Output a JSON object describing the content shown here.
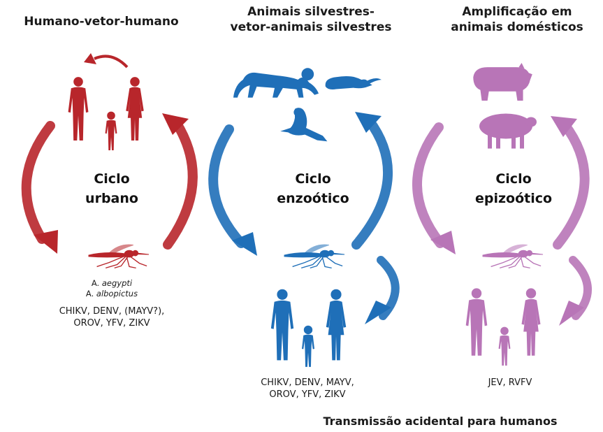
{
  "colors": {
    "urban": "#b8262b",
    "enzootic": "#1f6fb8",
    "epizootic": "#b875b7"
  },
  "columns": {
    "urban": {
      "title": "Humano-vetor-humano",
      "cycle_line1": "Ciclo",
      "cycle_line2": "urbano",
      "species_1_genus": "A.",
      "species_1_name": "aegypti",
      "species_2_genus": "A.",
      "species_2_name": "albopictus",
      "viruses_line1": "CHIKV, DENV, (MAYV?),",
      "viruses_line2": "OROV, YFV, ZIKV"
    },
    "enzootic": {
      "title_line1": "Animais silvestres-",
      "title_line2": "vetor-animais silvestres",
      "cycle_line1": "Ciclo",
      "cycle_line2": "enzoótico",
      "viruses_line1": "CHIKV, DENV, MAYV,",
      "viruses_line2": "OROV, YFV, ZIKV"
    },
    "epizootic": {
      "title_line1": "Amplificação em",
      "title_line2": "animais domésticos",
      "cycle_line1": "Ciclo",
      "cycle_line2": "epizoótico",
      "viruses": "JEV, RVFV"
    }
  },
  "footer": "Transmissão acidental para humanos",
  "icons": [
    "human-family-icon",
    "mosquito-icon",
    "monkey-icon",
    "rodent-icon",
    "bird-icon",
    "pig-icon",
    "sheep-icon",
    "cycle-arrow-icon"
  ]
}
